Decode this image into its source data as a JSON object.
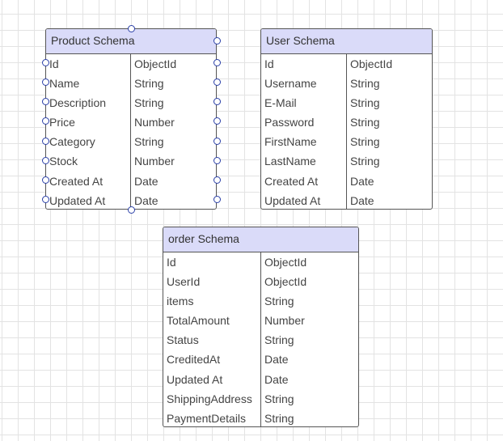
{
  "product": {
    "title": "Product Schema",
    "rows": [
      {
        "field": "Id",
        "type": "ObjectId"
      },
      {
        "field": "Name",
        "type": "String"
      },
      {
        "field": "Description",
        "type": "String"
      },
      {
        "field": "Price",
        "type": "Number"
      },
      {
        "field": "Category",
        "type": "String"
      },
      {
        "field": "Stock",
        "type": "Number"
      },
      {
        "field": "Created At",
        "type": "Date"
      },
      {
        "field": "Updated At",
        "type": "Date"
      }
    ]
  },
  "user": {
    "title": "User Schema",
    "rows": [
      {
        "field": "Id",
        "type": "ObjectId"
      },
      {
        "field": "Username",
        "type": "String"
      },
      {
        "field": "E-Mail",
        "type": "String"
      },
      {
        "field": "Password",
        "type": "String"
      },
      {
        "field": "FirstName",
        "type": "String"
      },
      {
        "field": "LastName",
        "type": "String"
      },
      {
        "field": "Created At",
        "type": "Date"
      },
      {
        "field": "Updated At",
        "type": "Date"
      }
    ]
  },
  "order": {
    "title": "order Schema",
    "rows": [
      {
        "field": "Id",
        "type": "ObjectId"
      },
      {
        "field": "UserId",
        "type": "ObjectId"
      },
      {
        "field": "items",
        "type": "String"
      },
      {
        "field": "TotalAmount",
        "type": "Number"
      },
      {
        "field": "Status",
        "type": "String"
      },
      {
        "field": "CreditedAt",
        "type": "Date"
      },
      {
        "field": "Updated At",
        "type": "Date"
      },
      {
        "field": "ShippingAddress",
        "type": "String"
      },
      {
        "field": "PaymentDetails",
        "type": "String"
      }
    ]
  }
}
